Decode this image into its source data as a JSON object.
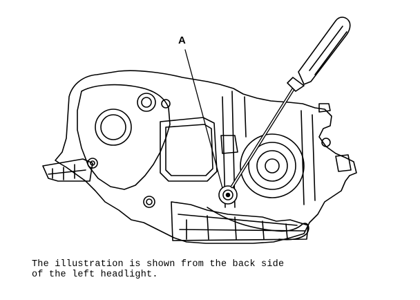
{
  "diagram": {
    "callout_label": "A",
    "caption_lines": [
      "The illustration is shown from the back side",
      "of the left headlight."
    ]
  },
  "icons": [
    "headlight-housing-icon",
    "screwdriver-icon",
    "adjuster-screw-icon"
  ]
}
